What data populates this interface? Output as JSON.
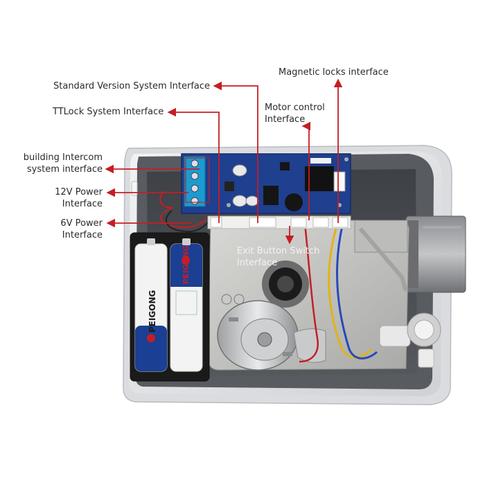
{
  "colors": {
    "arrow": "#c41e24",
    "housing": "#5a5d62",
    "housing_rim": "#e4e5e7",
    "board": "#1f3f8f",
    "battery_blue": "#1b3f93"
  },
  "labels": {
    "magnetic_locks": "Magnetic locks interface",
    "standard_version": "Standard Version System Interface",
    "ttlock": "TTLock System Interface",
    "motor_control": [
      "Motor control",
      "Interface"
    ],
    "intercom": [
      "building Intercom",
      "system interface"
    ],
    "power_12v": [
      "12V Power",
      "Interface"
    ],
    "power_6v": [
      "6V Power",
      "Interface"
    ],
    "exit_button": [
      "Exit Button Switch",
      "Interface"
    ]
  },
  "battery_text": {
    "brand": "PEIGONG"
  }
}
